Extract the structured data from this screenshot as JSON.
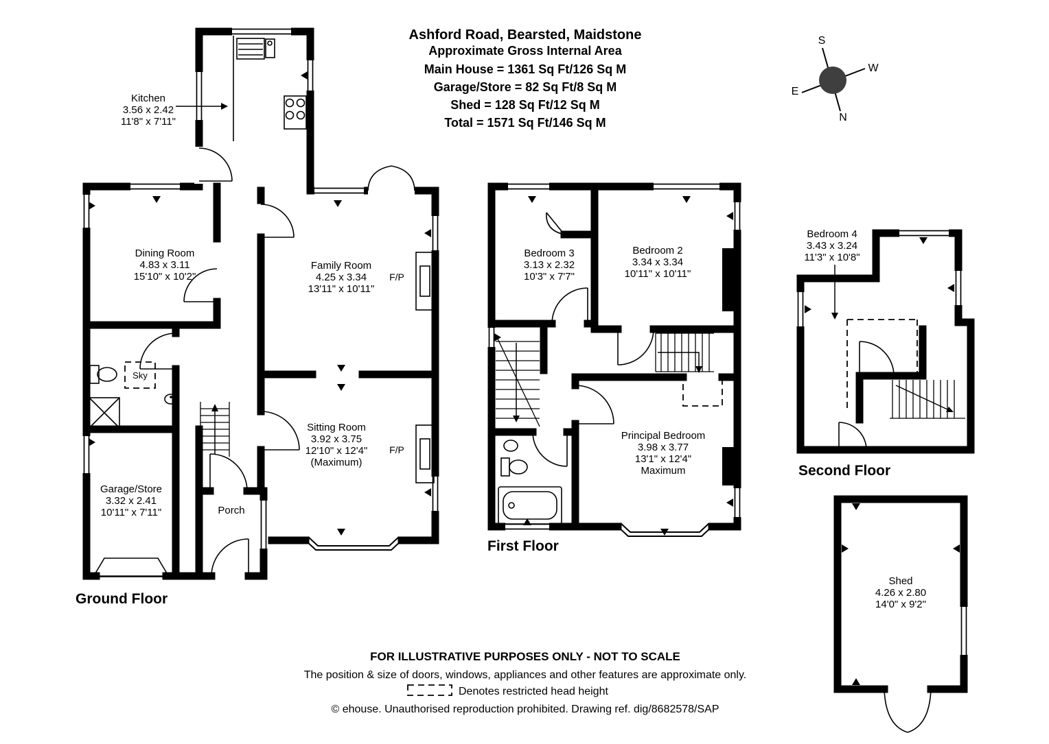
{
  "title": {
    "line1": "Ashford Road, Bearsted, Maidstone",
    "line2": "Approximate Gross Internal Area",
    "line3": "Main House = 1361 Sq Ft/126 Sq M",
    "line4": "Garage/Store = 82 Sq Ft/8 Sq M",
    "line5": "Shed = 128 Sq Ft/12 Sq M",
    "line6": "Total = 1571 Sq Ft/146 Sq M"
  },
  "compass": {
    "n": "N",
    "s": "S",
    "e": "E",
    "w": "W"
  },
  "floors": {
    "ground": {
      "label": "Ground Floor",
      "rooms": {
        "kitchen": {
          "name": "Kitchen",
          "metric": "3.56 x 2.42",
          "imperial": "11'8\" x 7'11\""
        },
        "dining": {
          "name": "Dining Room",
          "metric": "4.83 x 3.11",
          "imperial": "15'10\" x 10'2\""
        },
        "family": {
          "name": "Family Room",
          "metric": "4.25 x 3.34",
          "imperial": "13'11\" x 10'11\""
        },
        "sitting": {
          "name": "Sitting Room",
          "metric": "3.92 x 3.75",
          "imperial": "12'10\" x 12'4\"",
          "extra": "(Maximum)"
        },
        "garage": {
          "name": "Garage/Store",
          "metric": "3.32 x 2.41",
          "imperial": "10'11\" x 7'11\""
        },
        "porch": {
          "name": "Porch"
        },
        "sky": "Sky",
        "fireplace": "F/P"
      }
    },
    "first": {
      "label": "First Floor",
      "rooms": {
        "bed3": {
          "name": "Bedroom 3",
          "metric": "3.13 x 2.32",
          "imperial": "10'3\" x 7'7\""
        },
        "bed2": {
          "name": "Bedroom 2",
          "metric": "3.34 x 3.34",
          "imperial": "10'11\" x 10'11\""
        },
        "principal": {
          "name": "Principal Bedroom",
          "metric": "3.98 x 3.77",
          "imperial": "13'1\" x 12'4\"",
          "extra": "Maximum"
        }
      }
    },
    "second": {
      "label": "Second Floor",
      "rooms": {
        "bed4": {
          "name": "Bedroom 4",
          "metric": "3.43 x 3.24",
          "imperial": "11'3\" x 10'8\""
        }
      }
    },
    "shed": {
      "rooms": {
        "shed": {
          "name": "Shed",
          "metric": "4.26 x 2.80",
          "imperial": "14'0\" x 9'2\""
        }
      }
    }
  },
  "footer": {
    "line1": "FOR ILLUSTRATIVE PURPOSES ONLY - NOT TO SCALE",
    "line2": "The position & size of doors, windows, appliances and other features are approximate only.",
    "line3": "Denotes restricted head height",
    "line4": "© ehouse. Unauthorised reproduction prohibited. Drawing ref. dig/8682578/SAP"
  }
}
